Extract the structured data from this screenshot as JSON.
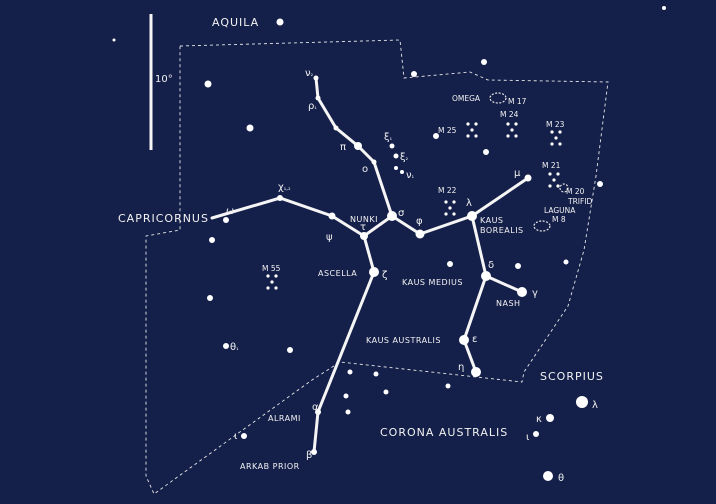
{
  "scale": {
    "label": "10°"
  },
  "constellations": {
    "aquila": "AQUILA",
    "capricornus": "CAPRICORNUS",
    "scorpius": "SCORPIUS",
    "corona_australis": "CORONA AUSTRALIS"
  },
  "star_names": {
    "nunki": "NUNKI",
    "ascella": "ASCELLA",
    "kaus_borealis_1": "KAUS",
    "kaus_borealis_2": "BOREALIS",
    "kaus_medius": "KAUS MEDIUS",
    "kaus_australis": "KAUS AUSTRALIS",
    "nash": "NASH",
    "alrami": "ALRAMI",
    "arkab_prior": "ARKAB PRIOR"
  },
  "greek_letters": {
    "nu": "ν",
    "rho1": "ρ",
    "pi": "π",
    "omicron": "ο",
    "xi2_top": "ξ",
    "xi2": "ξ",
    "nu1": "ν",
    "chi12": "χ",
    "omega": "ω",
    "psi": "ψ",
    "tau": "τ",
    "sigma": "σ",
    "phi": "φ",
    "lambda": "λ",
    "mu": "μ",
    "zeta": "ζ",
    "delta": "δ",
    "gamma": "γ",
    "epsilon": "ε",
    "eta": "η",
    "alpha": "α",
    "beta": "β",
    "theta1": "θ",
    "iota": "ι",
    "sco_lambda": "λ",
    "sco_kappa": "κ",
    "sco_iota": "ι",
    "sco_theta": "θ"
  },
  "greek_subscripts": {
    "nu": "₂",
    "rho1": "₁",
    "xi2_top": "₁",
    "xi2": "₂",
    "nu1": "₁",
    "chi12": "₁,₂",
    "theta1": "₁"
  },
  "deep_sky": {
    "omega": "OMEGA",
    "m17": "M 17",
    "m24": "M 24",
    "m25": "M 25",
    "m23": "M 23",
    "m21": "M 21",
    "m20": "M 20",
    "trifid": "TRIFID",
    "lagoon": "LAGUNA",
    "m8": "M 8",
    "m22": "M 22",
    "m55": "M 55"
  }
}
